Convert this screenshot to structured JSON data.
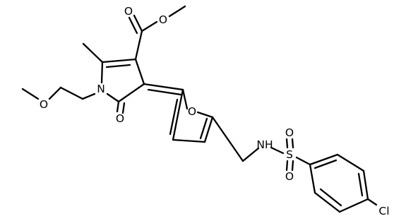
{
  "molecule": {
    "atoms": {
      "o_ester_carbonyl": "O",
      "o_ester_ether": "O",
      "n_pyrrole": "N",
      "o_methoxy": "O",
      "o_lactam": "O",
      "o_furan": "O",
      "n_sulfonamide": "NH",
      "s_sulfonyl": "S",
      "o_sulfonyl_top": "O",
      "o_sulfonyl_bottom": "O",
      "cl_chloro": "Cl"
    },
    "colors": {
      "bond": "#000000",
      "label": "#000000",
      "background": "#ffffff"
    }
  }
}
